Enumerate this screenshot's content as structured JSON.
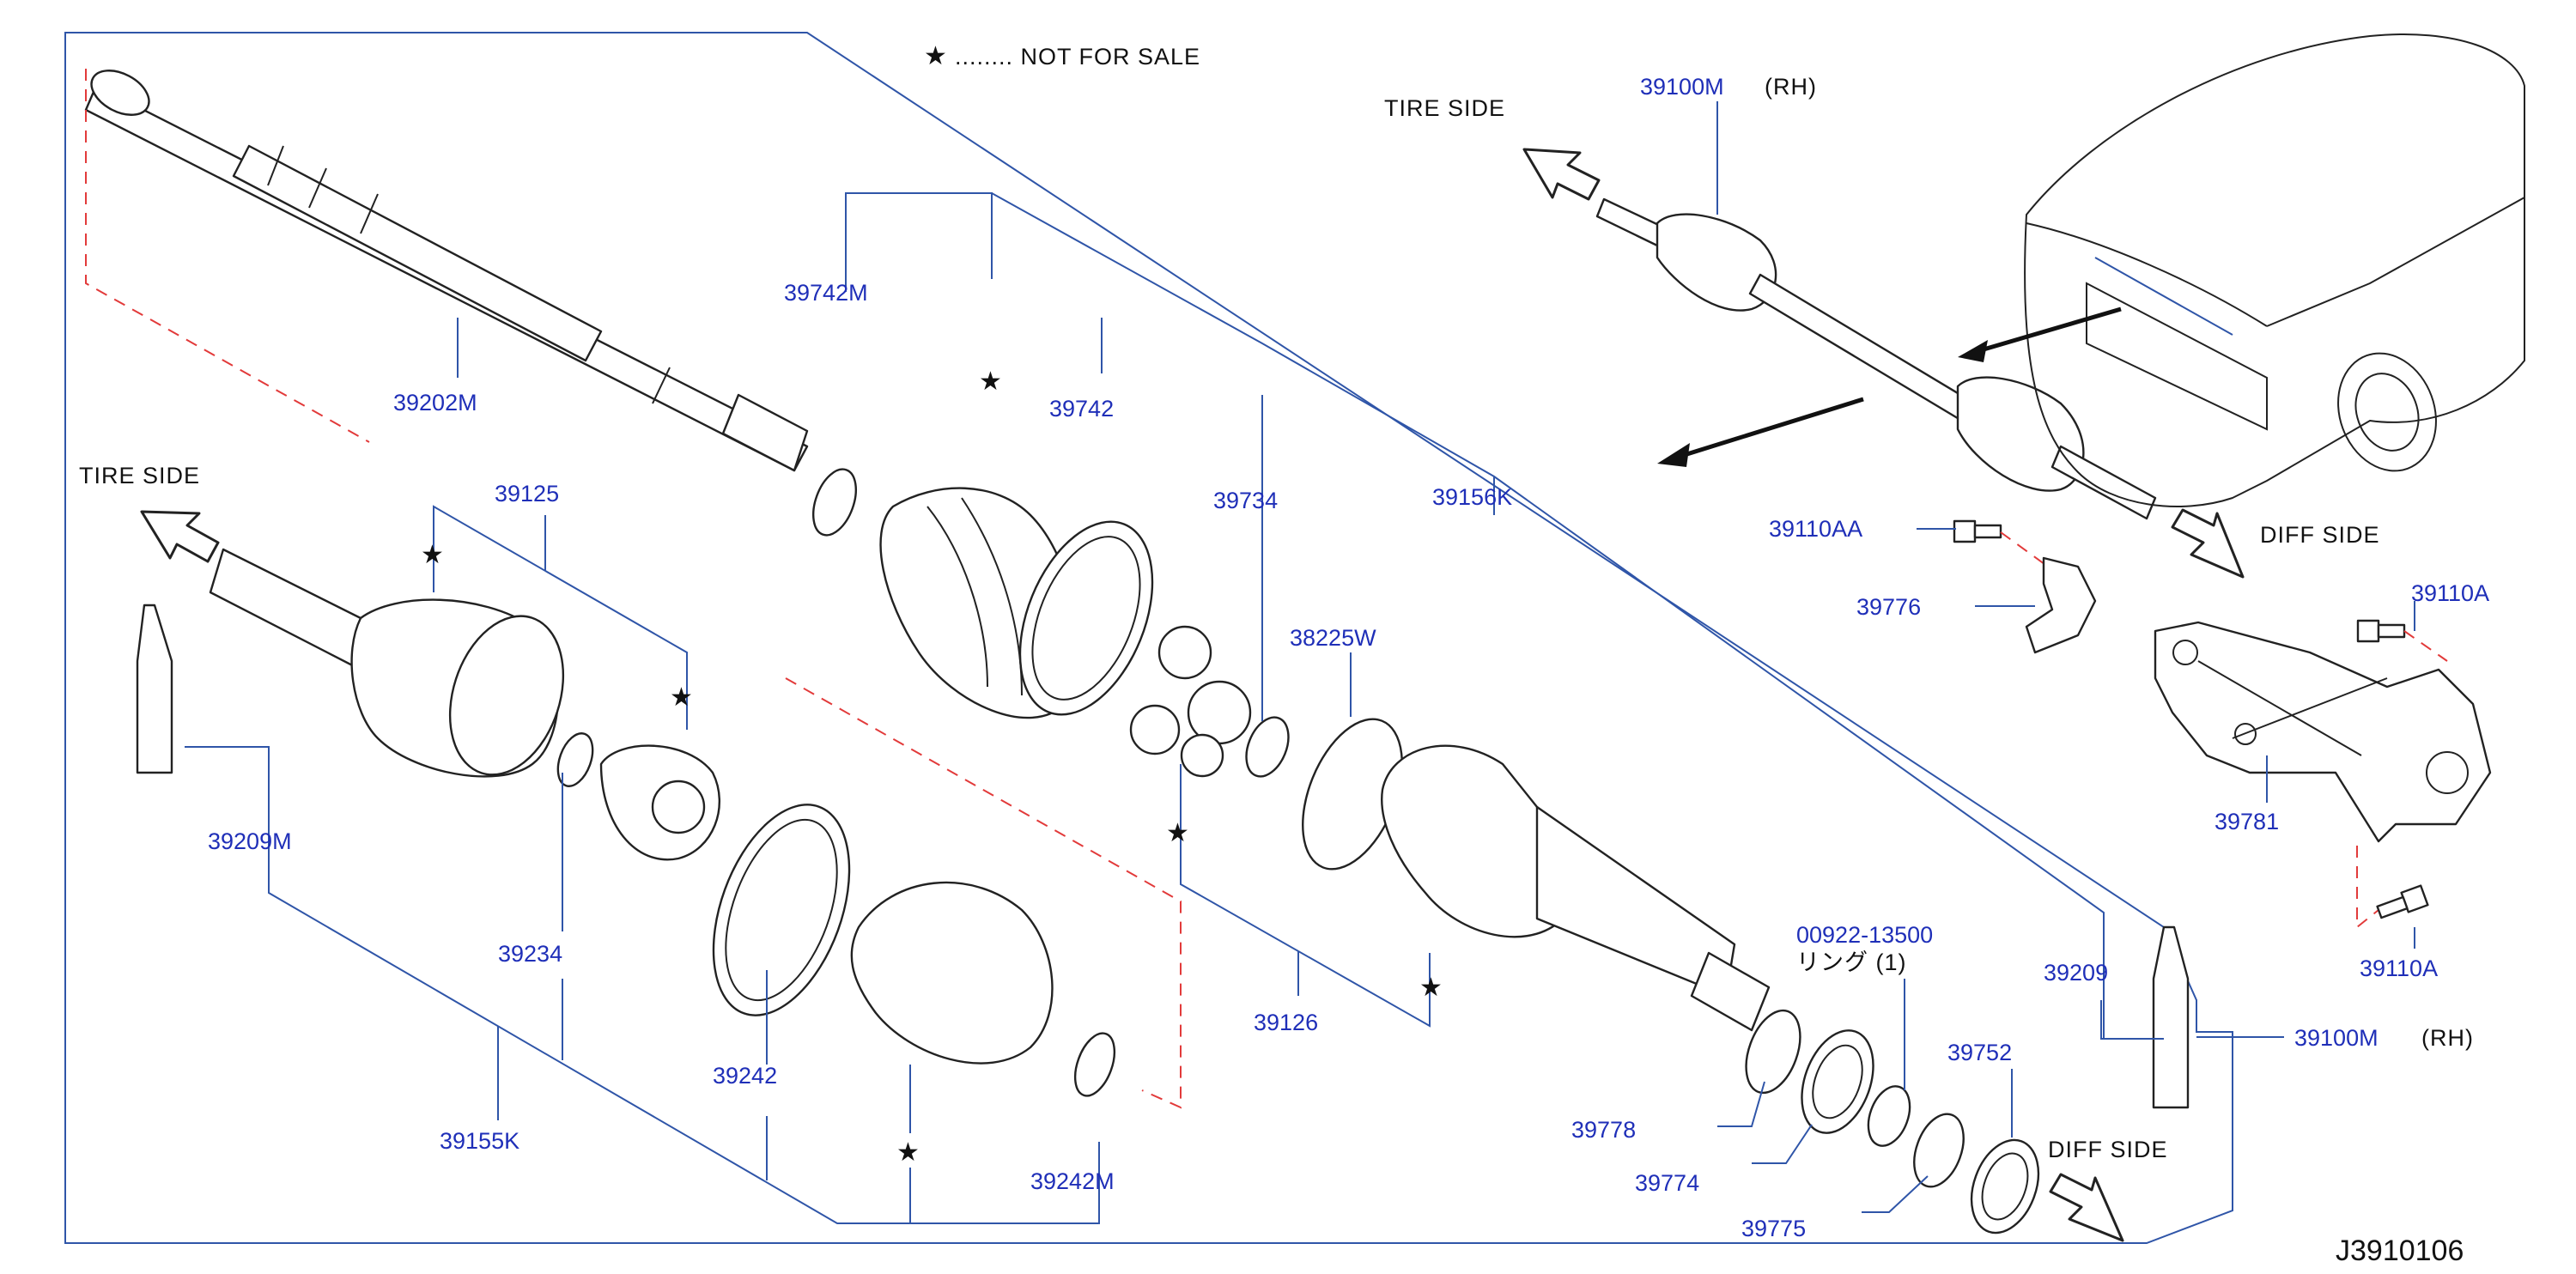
{
  "legend": {
    "star": "★",
    "text": "........   NOT   FOR   SALE"
  },
  "side_labels": {
    "tire_side": "TIRE   SIDE",
    "diff_side": "DIFF   SIDE"
  },
  "rh": "(RH)",
  "ring_text": "リング  (1)",
  "diagram_code": "J3910106",
  "parts": {
    "p39100M": "39100M",
    "p39742M": "39742M",
    "p39742": "39742",
    "p39202M": "39202M",
    "p39125": "39125",
    "p39734": "39734",
    "p39156K": "39156K",
    "p38225W": "38225W",
    "p39110AA": "39110AA",
    "p39776": "39776",
    "p39110A": "39110A",
    "p39781": "39781",
    "p39209M": "39209M",
    "p39234": "39234",
    "p39242": "39242",
    "p39155K": "39155K",
    "p39242M": "39242M",
    "p39126": "39126",
    "p00922": "00922-13500",
    "p39209": "39209",
    "p39778": "39778",
    "p39752": "39752",
    "p39774": "39774",
    "p39775": "39775"
  }
}
